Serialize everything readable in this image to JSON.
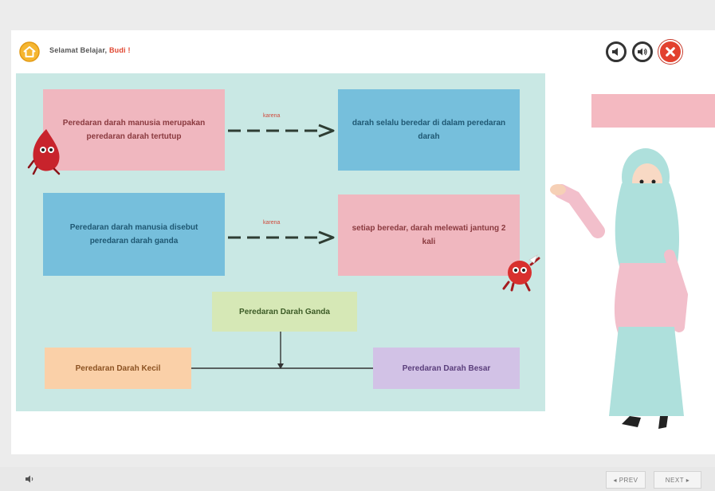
{
  "header": {
    "greeting": "Selamat Belajar,",
    "student_name": "Budi !"
  },
  "icons": {
    "home": "home-icon",
    "sound": "speaker-icon",
    "voice": "voice-icon",
    "close": "close-icon"
  },
  "colors": {
    "accent_red": "#e2412f",
    "panel_bg": "#c9e8e4",
    "pink_box": "#f0b7bf",
    "blue_box": "#76bfdc"
  },
  "diagram": {
    "row1": {
      "left": "Peredaran darah manusia merupakan peredaran darah tertutup",
      "connector": "karena",
      "right": "darah selalu beredar di dalam peredaran darah"
    },
    "row2": {
      "left": "Peredaran darah manusia disebut peredaran darah ganda",
      "connector": "karena",
      "right": "setiap beredar, darah melewati jantung 2 kali"
    },
    "tree": {
      "root": "Peredaran Darah Ganda",
      "left": "Peredaran Darah Kecil",
      "right": "Peredaran Darah Besar"
    }
  },
  "navigation": {
    "prev_label": "◂ PREV",
    "next_label": "NEXT ▸"
  }
}
